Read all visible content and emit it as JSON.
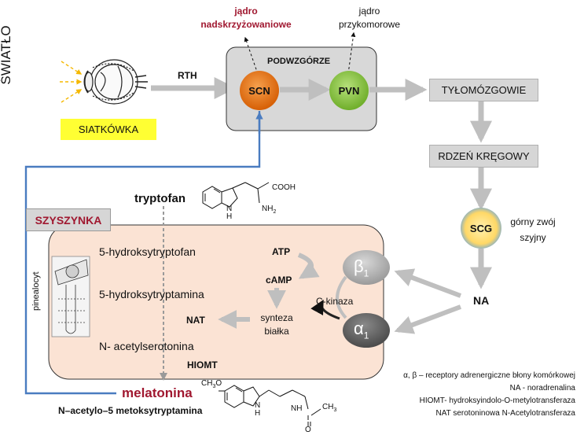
{
  "top": {
    "swiatlo": "ŚWIATŁO",
    "siatkowka": "SIATKÓWKA",
    "rth": "RTH",
    "jadro_nadskrzyzowaniowe_1": "jądro",
    "jadro_nadskrzyzowaniowe_2": "nadskrzyżowaniowe",
    "jadro_przykomorowe_1": "jądro",
    "jadro_przykomorowe_2": "przykomorowe",
    "podwzgorze": "PODWZGÓRZE",
    "scn": "SCN",
    "pvn": "PVN",
    "tylomozgowie": "TYŁOMÓZGOWIE",
    "rdzen": "RDZEŃ KRĘGOWY",
    "scg": "SCG",
    "gorny_zwoj_1": "górny zwój",
    "gorny_zwoj_2": "szyjny",
    "na": "NA"
  },
  "pineal": {
    "title": "SZYSZYNKA",
    "pinealocyt": "pinealocyt",
    "tryptofan": "tryptofan",
    "cooh": "COOH",
    "nh2": "NH",
    "nh2_sub": "2",
    "nh_ring": "N",
    "h_ring": "H",
    "hydroksytryptofan": "5-hydroksytryptofan",
    "hydroksytryptamina": "5-hydroksytryptamina",
    "nat": "NAT",
    "acetylserotonina": "N- acetylserotonina",
    "hiomt": "HIOMT",
    "atp": "ATP",
    "camp": "cAMP",
    "synteza_1": "synteza",
    "synteza_2": "białka",
    "ckinaza": "C-kinaza",
    "beta": "β",
    "beta_sub": "1",
    "alpha": "α",
    "alpha_sub": "1"
  },
  "bottom": {
    "melatonina": "melatonina",
    "full_name": "N–acetylo–5 metoksytryptamina",
    "ch3o": "CH",
    "ch3o_sub": "3",
    "ch3o_end": "O",
    "mel_nh": "NH",
    "mel_ch3": "CH",
    "mel_ch3_sub": "3",
    "mel_o": "O",
    "mel_n": "N",
    "mel_h": "H"
  },
  "legend": {
    "line1": "α, β – receptory adrenergiczne błony komórkowej",
    "line2": "NA - noradrenalina",
    "line3": "HIOMT- hydroksyindolo-O-metylotransferaza",
    "line4": "NAT  serotoninowa N-Acetylotransferaza"
  },
  "colors": {
    "scn": "#e8720f",
    "pvn": "#8cc63f",
    "scg_center": "#ffe28a",
    "scg_edge": "#6fa8dc",
    "pineal_bg": "#fbe3d4",
    "highlight_red": "#a01830",
    "blue_line": "#4a7cc0",
    "siatkowka_bg": "#ffff33",
    "arrow_gray": "#bfbfbf"
  }
}
